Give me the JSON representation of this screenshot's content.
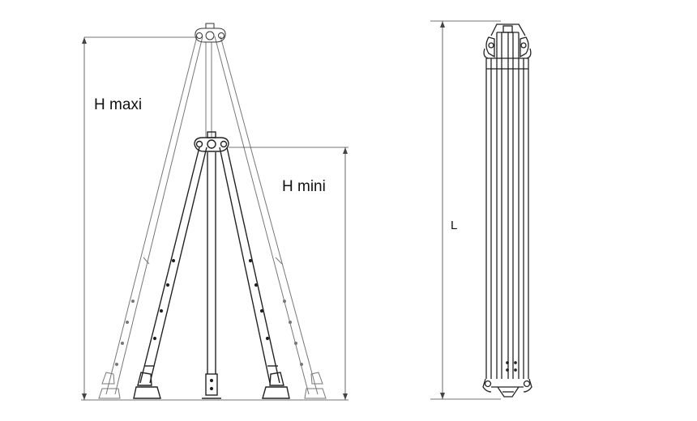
{
  "labels": {
    "h_max": "H maxi",
    "h_min": "H mini",
    "length": "L"
  },
  "colors": {
    "line": "#222222",
    "light_line": "#777777",
    "background": "#ffffff"
  }
}
